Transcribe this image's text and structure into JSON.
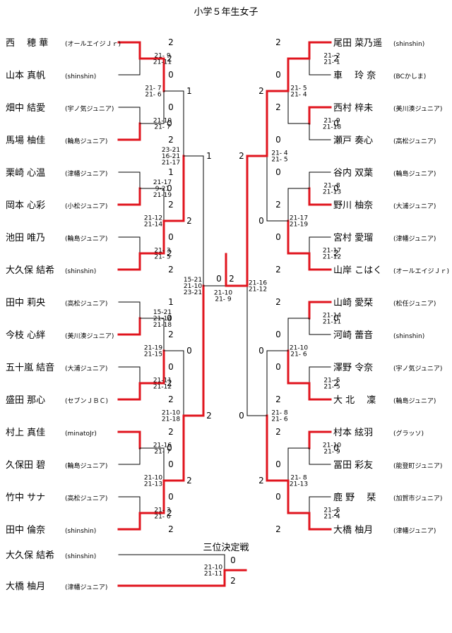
{
  "title": "小学５年生女子",
  "third_place_title": "三位決定戦",
  "colors": {
    "winner_line": "#e0141e",
    "line": "#000000"
  },
  "players_left": [
    {
      "name": "西　 穂 華",
      "team": "(オールエイジＪｒ)"
    },
    {
      "name": "山本 真帆",
      "team": "(shinshin)"
    },
    {
      "name": "畑中 結愛",
      "team": "(宇ノ気ジュニア)"
    },
    {
      "name": "馬場 柚佳",
      "team": "(輪島ジュニア)"
    },
    {
      "name": "栗崎 心温",
      "team": "(津幡ジュニア)"
    },
    {
      "name": "岡本 心彩",
      "team": "(小松ジュニア)"
    },
    {
      "name": "池田 唯乃",
      "team": "(輪島ジュニア)"
    },
    {
      "name": "大久保 結希",
      "team": "(shinshin)"
    },
    {
      "name": "田中 莉央",
      "team": "(高松ジュニア)"
    },
    {
      "name": "今枝 心絆",
      "team": "(美川湊ジュニア)"
    },
    {
      "name": "五十嵐 結音",
      "team": "(大浦ジュニア)"
    },
    {
      "name": "盛田 那心",
      "team": "(セブンＪＢＣ)"
    },
    {
      "name": "村上 真佳",
      "team": "(minatoJr)"
    },
    {
      "name": "久保田 碧",
      "team": "(輪島ジュニア)"
    },
    {
      "name": "竹中 サナ",
      "team": "(高松ジュニア)"
    },
    {
      "name": "田中 倫奈",
      "team": "(shinshin)"
    }
  ],
  "players_right": [
    {
      "name": "尾田 菜乃遥",
      "team": "(shinshin)"
    },
    {
      "name": "車　 玲 奈",
      "team": "(BCかしま)"
    },
    {
      "name": "西村 梓未",
      "team": "(美川湊ジュニア)"
    },
    {
      "name": "瀬戸 奏心",
      "team": "(高松ジュニア)"
    },
    {
      "name": "谷内 双葉",
      "team": "(輪島ジュニア)"
    },
    {
      "name": "野川 柚奈",
      "team": "(大浦ジュニア)"
    },
    {
      "name": "宮村 愛瑠",
      "team": "(津幡ジュニア)"
    },
    {
      "name": "山岸 こはく",
      "team": "(オールエイジＪｒ)"
    },
    {
      "name": "山崎 愛栞",
      "team": "(松任ジュニア)"
    },
    {
      "name": "河崎 蕾音",
      "team": "(shinshin)"
    },
    {
      "name": "澤野 令奈",
      "team": "(宇ノ気ジュニア)"
    },
    {
      "name": "大 北　 凜",
      "team": "(輪島ジュニア)"
    },
    {
      "name": "村本 絃羽",
      "team": "(グラッソ)"
    },
    {
      "name": "冨田 彩友",
      "team": "(能登町ジュニア)"
    },
    {
      "name": "鹿 野　 栞",
      "team": "(加賀市ジュニア)"
    },
    {
      "name": "大橋 柚月",
      "team": "(津幡ジュニア)"
    }
  ],
  "third_place_players": [
    {
      "name": "大久保 結希",
      "team": "(shinshin)"
    },
    {
      "name": "大橋 柚月",
      "team": "(津幡ジュニア)"
    }
  ],
  "matches_left": {
    "r1": [
      {
        "res": [
          "2",
          "0"
        ],
        "score": [
          "21- 9",
          "21-11"
        ]
      },
      {
        "res": [
          "0",
          "2"
        ],
        "score": [
          "21-10",
          "21- 7"
        ]
      },
      {
        "res": [
          "1",
          "2"
        ],
        "score": [
          "21-17",
          "9-21",
          "21-19"
        ]
      },
      {
        "res": [
          "0",
          "2"
        ],
        "score": [
          "21- 3",
          "21- 5"
        ]
      },
      {
        "res": [
          "1",
          "2"
        ],
        "score": [
          "15-21",
          "21-14",
          "21-18"
        ]
      },
      {
        "res": [
          "0",
          "2"
        ],
        "score": [
          "21-11",
          "21-12"
        ]
      },
      {
        "res": [
          "2",
          "0"
        ],
        "score": [
          "21-16",
          "21- 7"
        ]
      },
      {
        "res": [
          "0",
          "2"
        ],
        "score": [
          "21- 3",
          "21- 6"
        ]
      }
    ],
    "r2": [
      {
        "res": [
          "2",
          "0"
        ],
        "score": [
          "21- 7",
          "21- 6"
        ]
      },
      {
        "res": [
          "0",
          "2"
        ],
        "score": [
          "21-12",
          "21-14"
        ]
      },
      {
        "res": [
          "0",
          "2"
        ],
        "score": [
          "21-19",
          "21-15"
        ]
      },
      {
        "res": [
          "0",
          "2"
        ],
        "score": [
          "21-10",
          "21-13"
        ]
      }
    ],
    "r3": [
      {
        "res": [
          "1",
          "2"
        ],
        "score": [
          "23-21",
          "16-21",
          "21-17"
        ]
      },
      {
        "res": [
          "0",
          "2"
        ],
        "score": [
          "21-10",
          "21-18"
        ]
      }
    ],
    "r4": {
      "res": [
        "1",
        "2"
      ],
      "score": [
        "15-21",
        "21-10",
        "23-21"
      ]
    }
  },
  "matches_right": {
    "r1": [
      {
        "res": [
          "2",
          "0"
        ],
        "score": [
          "21- 2",
          "21- 1"
        ]
      },
      {
        "res": [
          "2",
          "0"
        ],
        "score": [
          "21- 9",
          "21-18"
        ]
      },
      {
        "res": [
          "0",
          "2"
        ],
        "score": [
          "21- 8",
          "21-13"
        ]
      },
      {
        "res": [
          "0",
          "2"
        ],
        "score": [
          "21-17",
          "21-12"
        ]
      },
      {
        "res": [
          "2",
          "0"
        ],
        "score": [
          "21-14",
          "21-11"
        ]
      },
      {
        "res": [
          "0",
          "2"
        ],
        "score": [
          "21- 5",
          "21- 5"
        ]
      },
      {
        "res": [
          "2",
          "0"
        ],
        "score": [
          "21-10",
          "21- 9"
        ]
      },
      {
        "res": [
          "0",
          "2"
        ],
        "score": [
          "21- 5",
          "21- 4"
        ]
      }
    ],
    "r2": [
      {
        "res": [
          "2",
          "0"
        ],
        "score": [
          "21- 5",
          "21- 4"
        ]
      },
      {
        "res": [
          "0",
          "2"
        ],
        "score": [
          "21-17",
          "21-19"
        ]
      },
      {
        "res": [
          "0",
          "2"
        ],
        "score": [
          "21-10",
          "21- 6"
        ]
      },
      {
        "res": [
          "0",
          "2"
        ],
        "score": [
          "21- 8",
          "21-13"
        ]
      }
    ],
    "r3": [
      {
        "res": [
          "2",
          "0"
        ],
        "score": [
          "21- 4",
          "21- 5"
        ]
      },
      {
        "res": [
          "0",
          "2"
        ],
        "score": [
          "21- 8",
          "21- 6"
        ]
      }
    ],
    "r4": {
      "res": [
        "2",
        "0"
      ],
      "score": [
        "21-16",
        "21-12"
      ]
    }
  },
  "final": {
    "res": [
      "0",
      "2"
    ],
    "score": [
      "21-10",
      "21- 9"
    ]
  },
  "third_place": {
    "res": [
      "0",
      "2"
    ],
    "score": [
      "21-10",
      "21-11"
    ]
  }
}
